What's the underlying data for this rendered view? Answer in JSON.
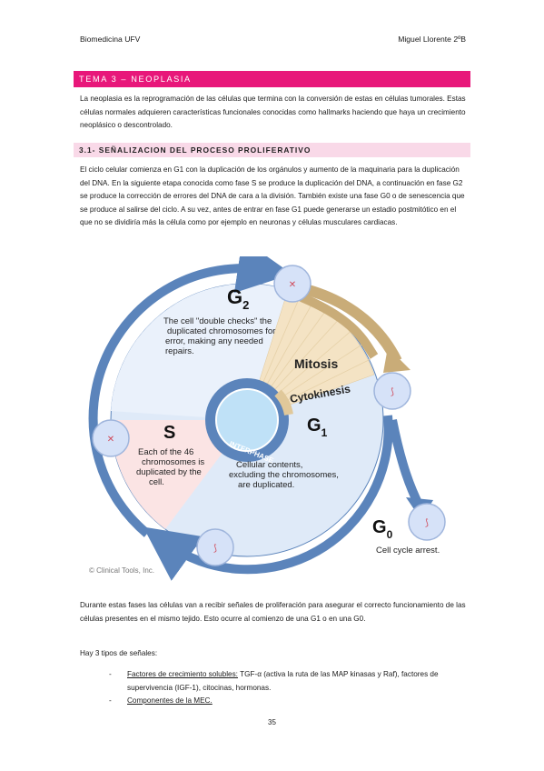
{
  "header": {
    "left": "Biomedicina UFV",
    "right": "Miguel Llorente 2ºB"
  },
  "section_title": "TEMA 3 – NEOPLASIA",
  "intro": "La neoplasia es la reprogramación de las células que termina con la conversión de estas en células tumorales. Estas células normales adquieren características funcionales conocidas como hallmarks haciendo que haya un crecimiento neoplásico o descontrolado.",
  "subsection_title": "3.1- SEÑALIZACION DEL PROCESO PROLIFERATIVO",
  "cycle_paragraph": "El ciclo celular comienza en G1 con la duplicación de los orgánulos y aumento de la maquinaria para la duplicación del DNA. En la siguiente etapa conocida como fase S se produce la duplicación del DNA, a continuación en fase G2 se produce la corrección de errores del DNA de cara a la división. También existe una fase G0 o de senescencia que se produce al salirse del ciclo. A su vez, antes de entrar en fase G1 puede generarse un estadio postmitótico en el que no se dividiría más la célula como por ejemplo en neuronas y células musculares cardiacas.",
  "figure": {
    "g2_label": "G",
    "g2_sub": "2",
    "g2_text": [
      "The cell \"double checks\" the",
      "duplicated chromosomes for",
      "error, making any needed",
      "repairs."
    ],
    "mitosis_label": "Mitosis",
    "cytokinesis_label": "Cytokinesis",
    "interphase_label": "INTERPHASE",
    "s_label": "S",
    "s_text": [
      "Each of the 46",
      "chromosomes is",
      "duplicated by the",
      "cell."
    ],
    "g1_label": "G",
    "g1_sub": "1",
    "g1_text": [
      "Cellular contents,",
      "excluding the chromosomes,",
      "are duplicated."
    ],
    "g0_label": "G",
    "g0_sub": "0",
    "g0_text": "Cell cycle arrest.",
    "copyright": "© Clinical Tools, Inc.",
    "colors": {
      "blue": "#5b84bb",
      "light_blue": "#dfeaf8",
      "pink": "#fbe4e4",
      "tan": "#f4e3c4",
      "mitosis_arrow": "#c9ac78"
    }
  },
  "signals_paragraph": "Durante estas fases las células van a recibir señales de proliferación para asegurar el correcto funcionamiento de las células presentes en el mismo tejido. Esto ocurre al comienzo de una G1 o en una G0.",
  "signals_intro": "Hay 3 tipos de señales:",
  "bullets": [
    {
      "dash": "-",
      "title": "Factores de crecimiento solubles:",
      "text": " TGF-α (activa la ruta de las MAP kinasas y Raf), factores de supervivencia (IGF-1), citocinas, hormonas."
    },
    {
      "dash": "-",
      "title": "Componentes de la MEC.",
      "text": ""
    }
  ],
  "page_number": "35"
}
